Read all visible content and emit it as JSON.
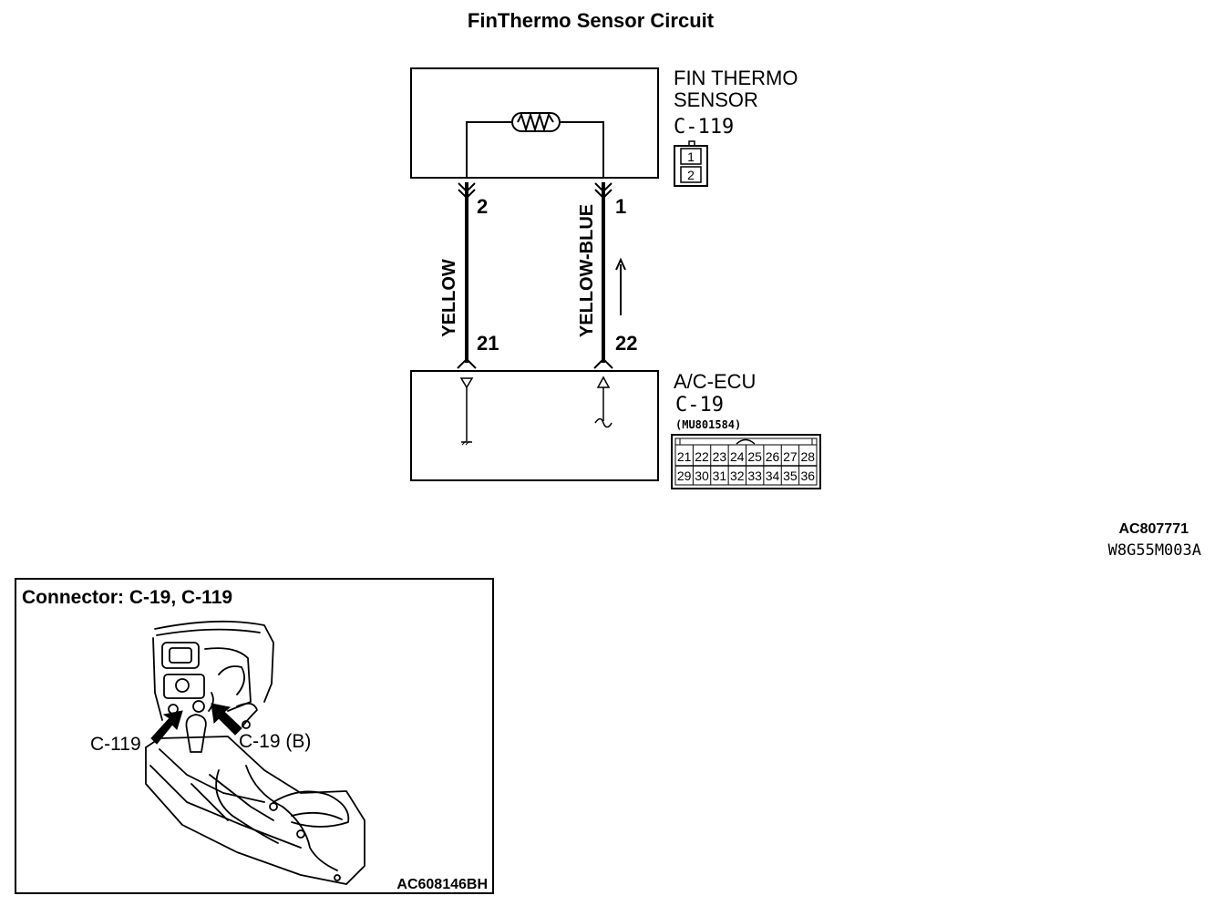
{
  "title": "FinThermo Sensor Circuit",
  "sensor": {
    "name_line1": "FIN THERMO",
    "name_line2": "SENSOR",
    "connector": "C-119",
    "pins": [
      "1",
      "2"
    ]
  },
  "ecu": {
    "name": "A/C-ECU",
    "connector": "C-19",
    "part_number": "(MU801584)",
    "pins_row1": [
      "21",
      "22",
      "23",
      "24",
      "25",
      "26",
      "27",
      "28"
    ],
    "pins_row2": [
      "29",
      "30",
      "31",
      "32",
      "33",
      "34",
      "35",
      "36"
    ]
  },
  "wires": [
    {
      "sensor_pin": "2",
      "ecu_pin": "21",
      "color_label": "YELLOW"
    },
    {
      "sensor_pin": "1",
      "ecu_pin": "22",
      "color_label": "YELLOW-BLUE"
    }
  ],
  "codes": {
    "code1": "AC807771",
    "code2": "W8G55M003A"
  },
  "inset": {
    "title": "Connector: C-19, C-119",
    "label_left": "C-119",
    "label_right": "C-19 (B)",
    "code": "AC608146BH"
  }
}
